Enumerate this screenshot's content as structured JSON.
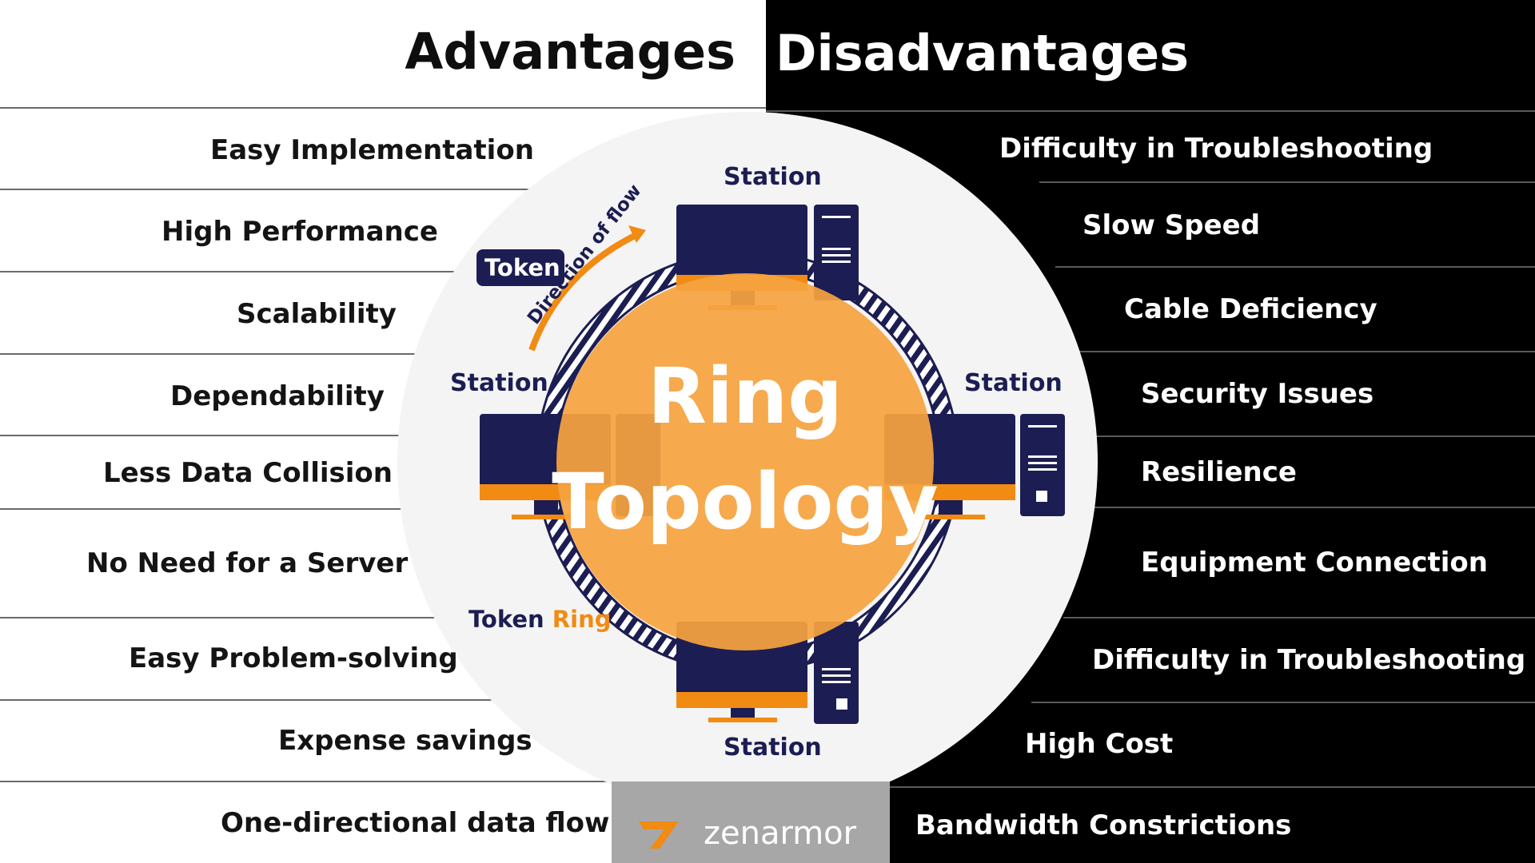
{
  "titles": {
    "advantages": "Advantages",
    "disadvantages": "Disadvantages"
  },
  "advantages": [
    "Easy Implementation",
    "High Performance",
    "Scalability",
    "Dependability",
    "Less Data Collision",
    "No Need for a Server",
    "Easy Problem-solving",
    "Expense savings",
    "One-directional data flow"
  ],
  "disadvantages": [
    "Difficulty in Troubleshooting",
    "Slow Speed",
    "Cable Deficiency",
    "Security Issues",
    "Resilience",
    "Equipment Connection",
    "Difficulty in Troubleshooting",
    "High Cost",
    "Bandwidth Constrictions"
  ],
  "center": {
    "line1": "Ring",
    "line2": "Topology"
  },
  "diagram": {
    "station_top": "Station",
    "station_left": "Station",
    "station_right": "Station",
    "station_bottom": "Station",
    "token": "Token",
    "direction": "Direction of flow",
    "token_ring_word1": "Token",
    "token_ring_word2": "Ring"
  },
  "logo": {
    "text": "zenarmor"
  },
  "colors": {
    "accent": "#f5a340",
    "navy": "#1c1d52",
    "orange_dark": "#f18b14",
    "circle_bg": "#f4f4f4"
  }
}
